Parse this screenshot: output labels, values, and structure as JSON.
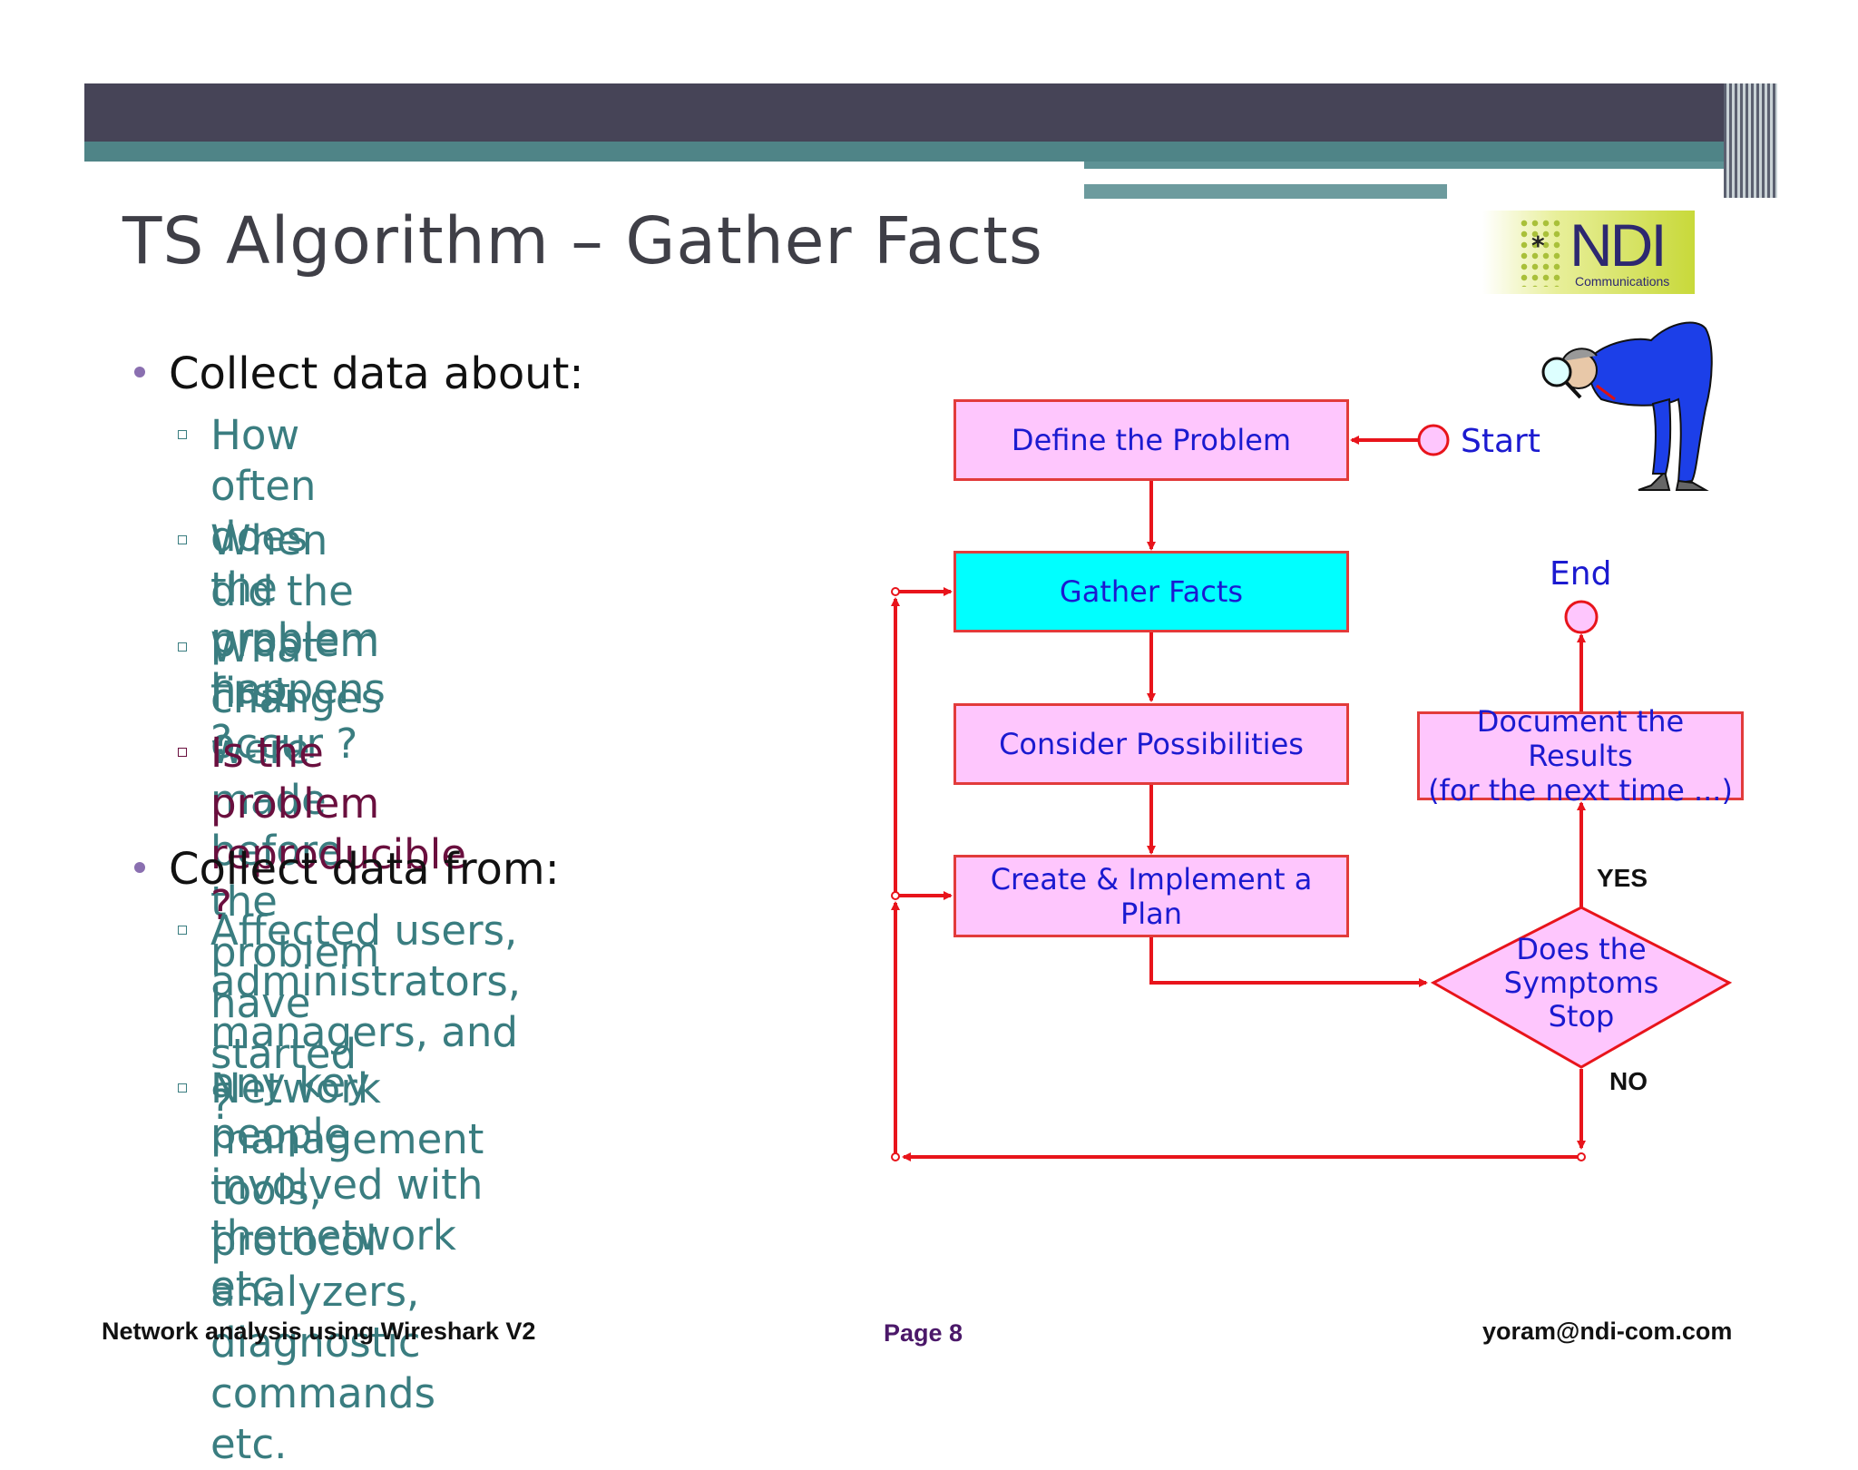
{
  "slide": {
    "title": "TS Algorithm – Gather Facts"
  },
  "logo": {
    "text": "NDI",
    "sub": "Communications"
  },
  "bullets": [
    {
      "label": "Collect data about:",
      "items": [
        "How often does the problem\nhappens ?",
        "When did the problem first\noccur ?",
        "What changes were made before\nthe problem have started ?",
        "Is the problem reproducible ?"
      ]
    },
    {
      "label": "Collect data from:",
      "items": [
        "Affected users, administrators,\nmanagers, and any key people\ninvolved with the network etc.",
        "Network management tools,\nprotocol analyzers, diagnostic\ncommands etc."
      ]
    }
  ],
  "flowchart": {
    "define": "Define the Problem",
    "gather": "Gather Facts",
    "consider": "Consider Possibilities",
    "create": "Create & Implement a Plan",
    "document": "Document the Results\n(for the next time ...)",
    "decision": "Does the\nSymptoms\nStop",
    "start": "Start",
    "end": "End",
    "yes": "YES",
    "no": "NO",
    "accent": "#e8141b",
    "box_fill": "#fec6fd",
    "active_fill": "#00ffff"
  },
  "footer": {
    "left": "Network analysis using Wireshark V2",
    "center": "Page 8",
    "right": "yoram@ndi-com.com"
  }
}
